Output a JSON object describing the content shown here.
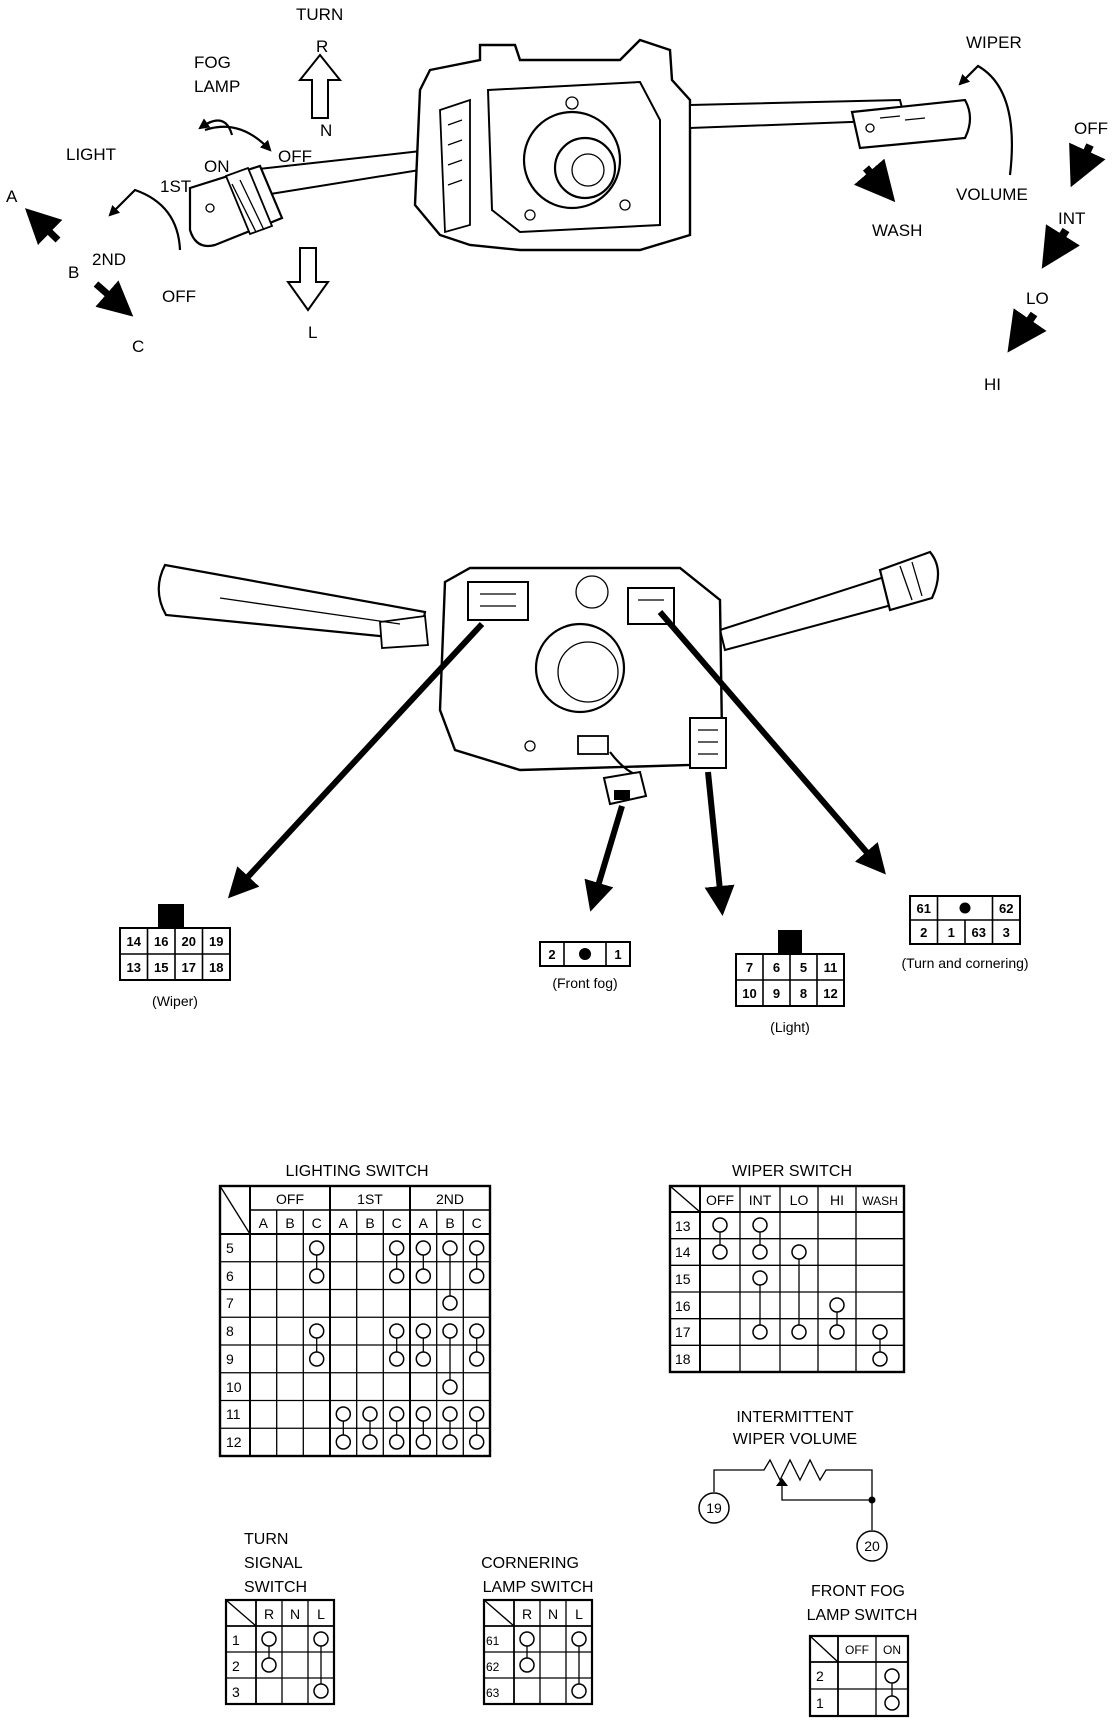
{
  "top": {
    "light_labels": {
      "light": "LIGHT",
      "first": "1ST",
      "second": "2ND",
      "off": "OFF",
      "a": "A",
      "b": "B",
      "c": "C"
    },
    "fog_labels": {
      "fog": "FOG",
      "lamp": "LAMP",
      "on": "ON",
      "off": "OFF"
    },
    "turn_labels": {
      "turn": "TURN",
      "r": "R",
      "n": "N",
      "l": "L"
    },
    "wiper_labels": {
      "wiper": "WIPER",
      "volume": "VOLUME",
      "wash": "WASH",
      "off": "OFF",
      "int": "INT",
      "lo": "LO",
      "hi": "HI"
    }
  },
  "connectors": {
    "wiper": {
      "caption": "(Wiper)",
      "row1": [
        "14",
        "16",
        "20",
        "19"
      ],
      "row2": [
        "13",
        "15",
        "17",
        "18"
      ]
    },
    "front_fog": {
      "caption": "(Front fog)",
      "left": "2",
      "right": "1"
    },
    "light": {
      "caption": "(Light)",
      "row1": [
        "7",
        "6",
        "5",
        "11"
      ],
      "row2": [
        "10",
        "9",
        "8",
        "12"
      ]
    },
    "turn": {
      "caption": "(Turn and cornering)",
      "row1_left": "61",
      "row1_right": "62",
      "row2": [
        "2",
        "1",
        "63",
        "3"
      ]
    }
  },
  "lighting_switch": {
    "title": "LIGHTING SWITCH",
    "groups": [
      "OFF",
      "1ST",
      "2ND"
    ],
    "cols": [
      "A",
      "B",
      "C",
      "A",
      "B",
      "C",
      "A",
      "B",
      "C"
    ],
    "rows": [
      "5",
      "6",
      "7",
      "8",
      "9",
      "10",
      "11",
      "12"
    ]
  },
  "wiper_switch": {
    "title": "WIPER SWITCH",
    "cols": [
      "OFF",
      "INT",
      "LO",
      "HI",
      "WASH"
    ],
    "rows": [
      "13",
      "14",
      "15",
      "16",
      "17",
      "18"
    ]
  },
  "intermittent": {
    "title1": "INTERMITTENT",
    "title2": "WIPER VOLUME",
    "pin_left": "19",
    "pin_right": "20"
  },
  "turn_signal": {
    "title1": "TURN",
    "title2": "SIGNAL",
    "title3": "SWITCH",
    "cols": [
      "R",
      "N",
      "L"
    ],
    "rows": [
      "1",
      "2",
      "3"
    ]
  },
  "cornering": {
    "title1": "CORNERING",
    "title2": "LAMP SWITCH",
    "cols": [
      "R",
      "N",
      "L"
    ],
    "rows": [
      "61",
      "62",
      "63"
    ]
  },
  "front_fog_switch": {
    "title1": "FRONT FOG",
    "title2": "LAMP SWITCH",
    "cols": [
      "OFF",
      "ON"
    ],
    "rows": [
      "2",
      "1"
    ]
  }
}
